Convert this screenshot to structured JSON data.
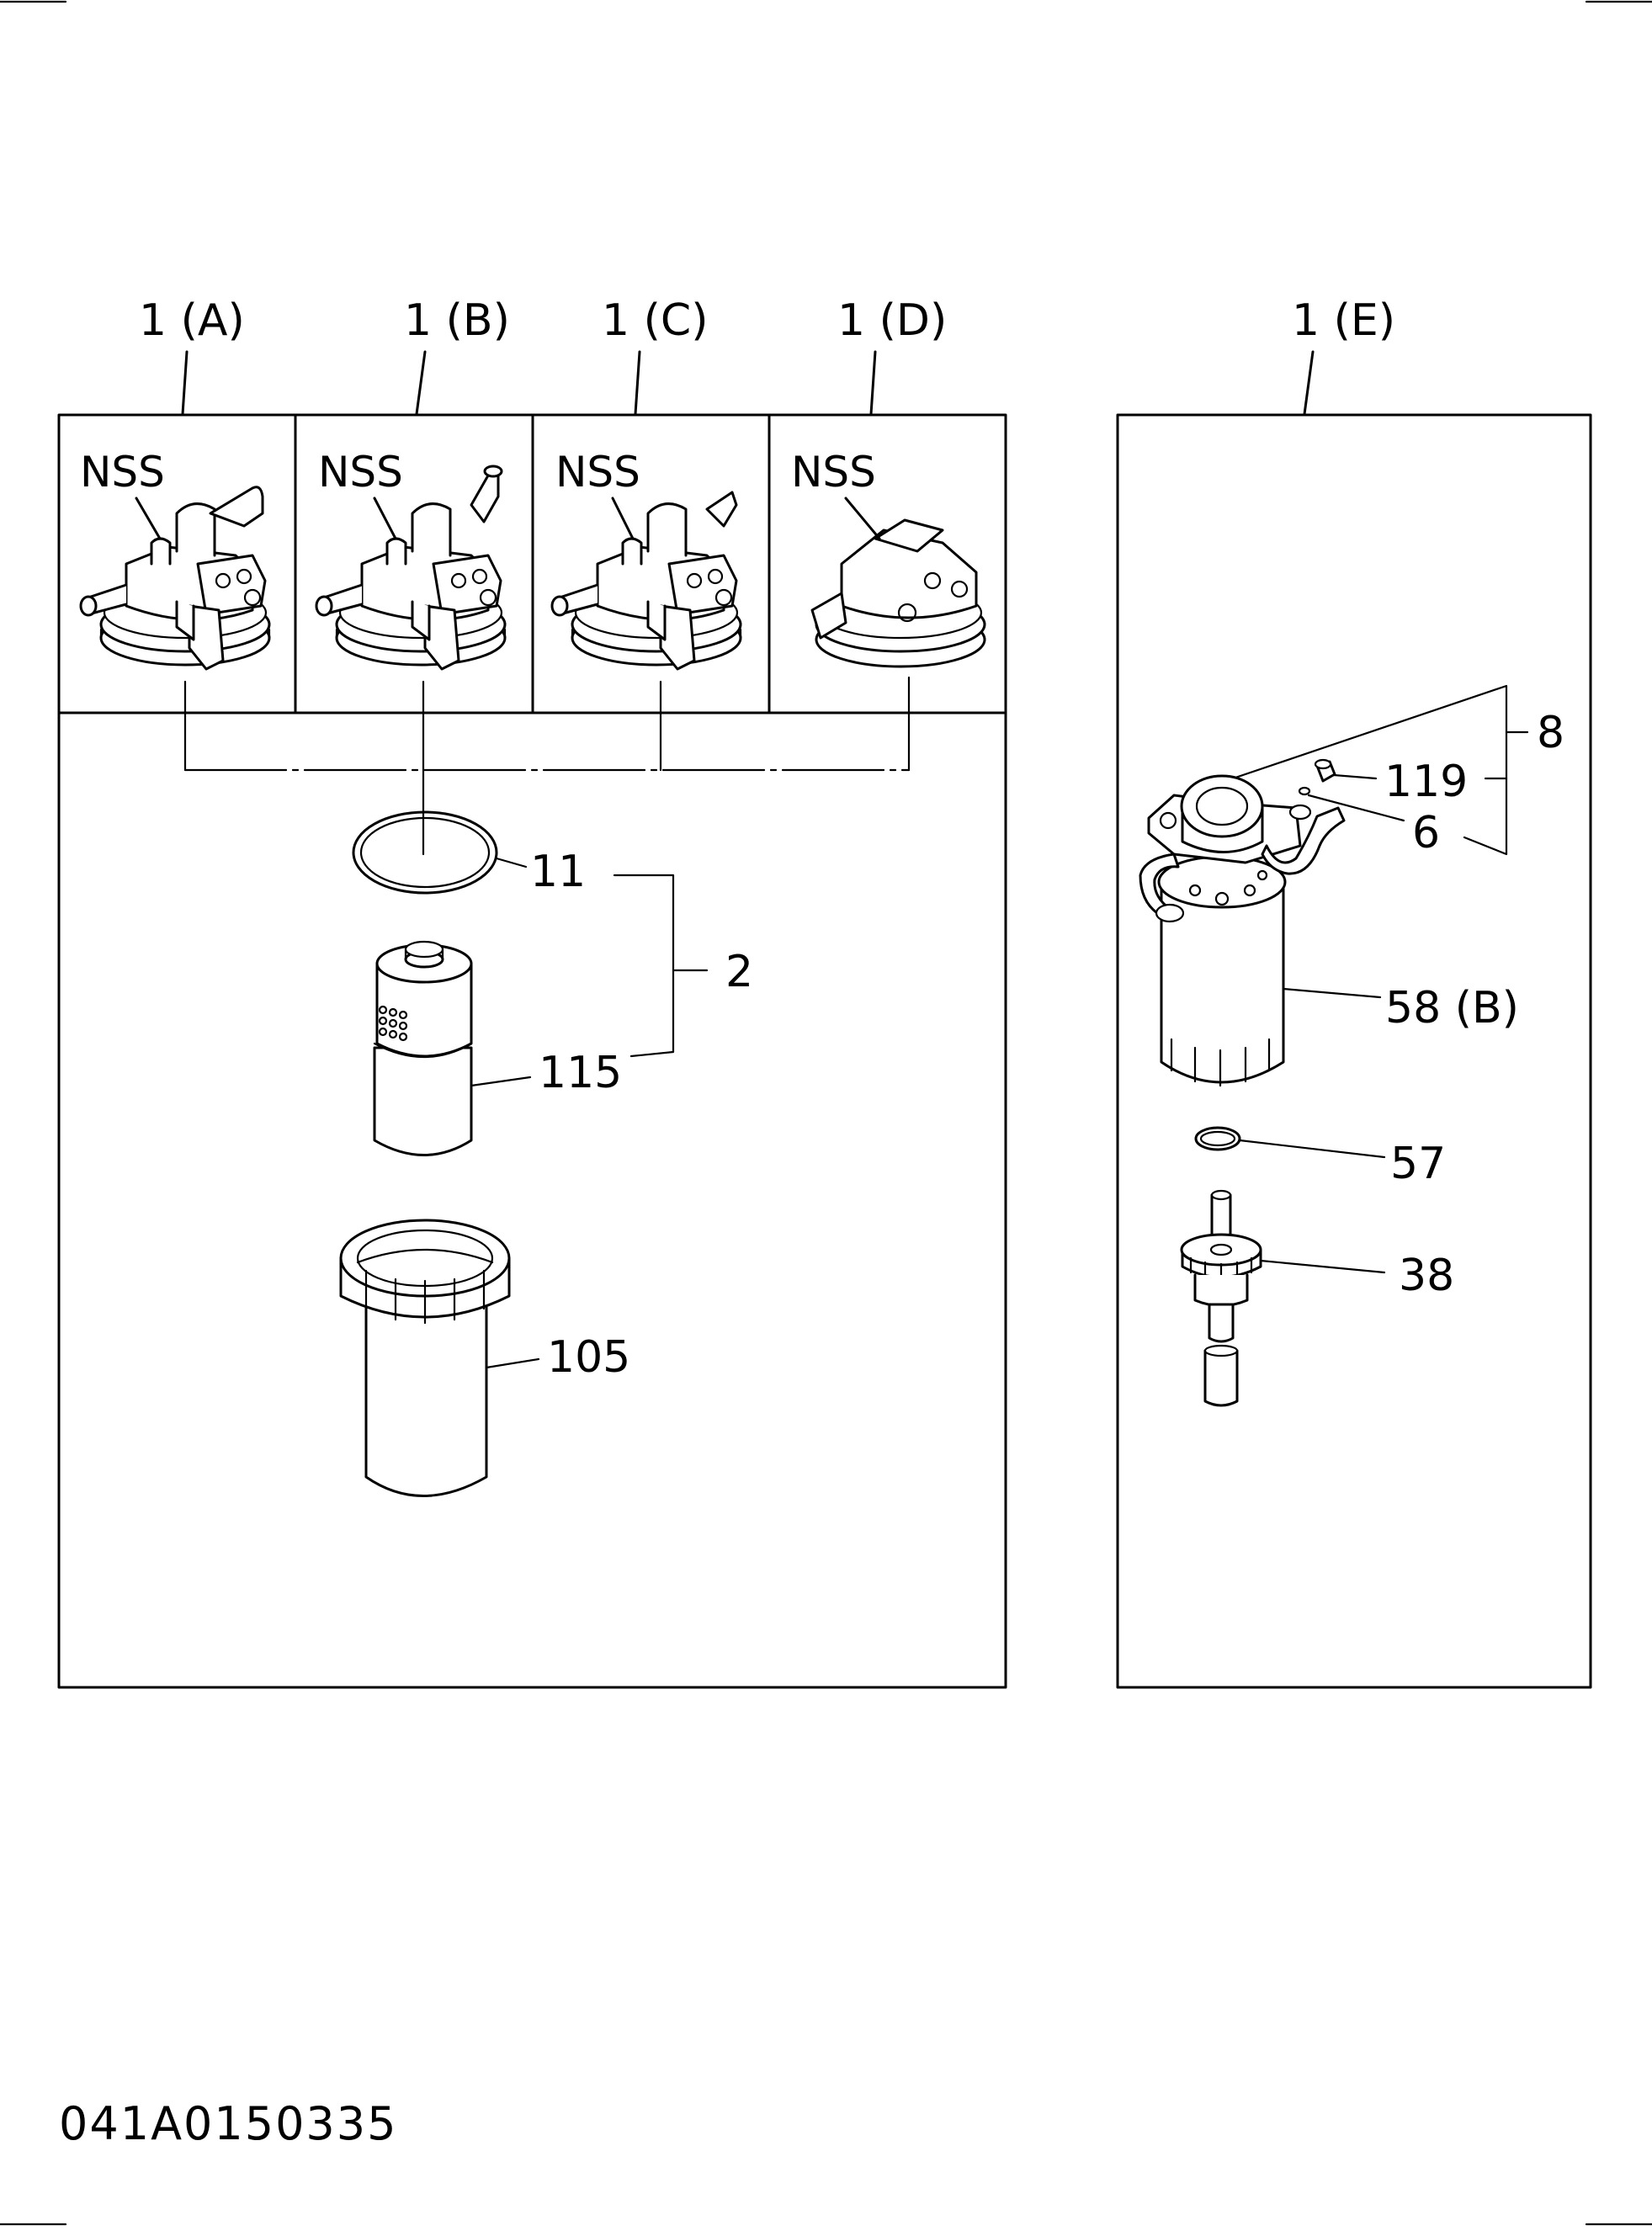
{
  "labels": {
    "variant_a": "1 (A)",
    "variant_b": "1 (B)",
    "variant_c": "1 (C)",
    "variant_d": "1 (D)",
    "variant_e": "1 (E)",
    "nss_a": "NSS",
    "nss_b": "NSS",
    "nss_c": "NSS",
    "nss_d": "NSS",
    "part_11": "11",
    "part_2": "2",
    "part_115": "115",
    "part_105": "105",
    "part_8": "8",
    "part_119": "119",
    "part_6": "6",
    "part_58b": "58 (B)",
    "part_57": "57",
    "part_38": "38"
  },
  "drawing_code": "041A0150335",
  "colors": {
    "ink": "#000000",
    "paper": "#ffffff"
  }
}
